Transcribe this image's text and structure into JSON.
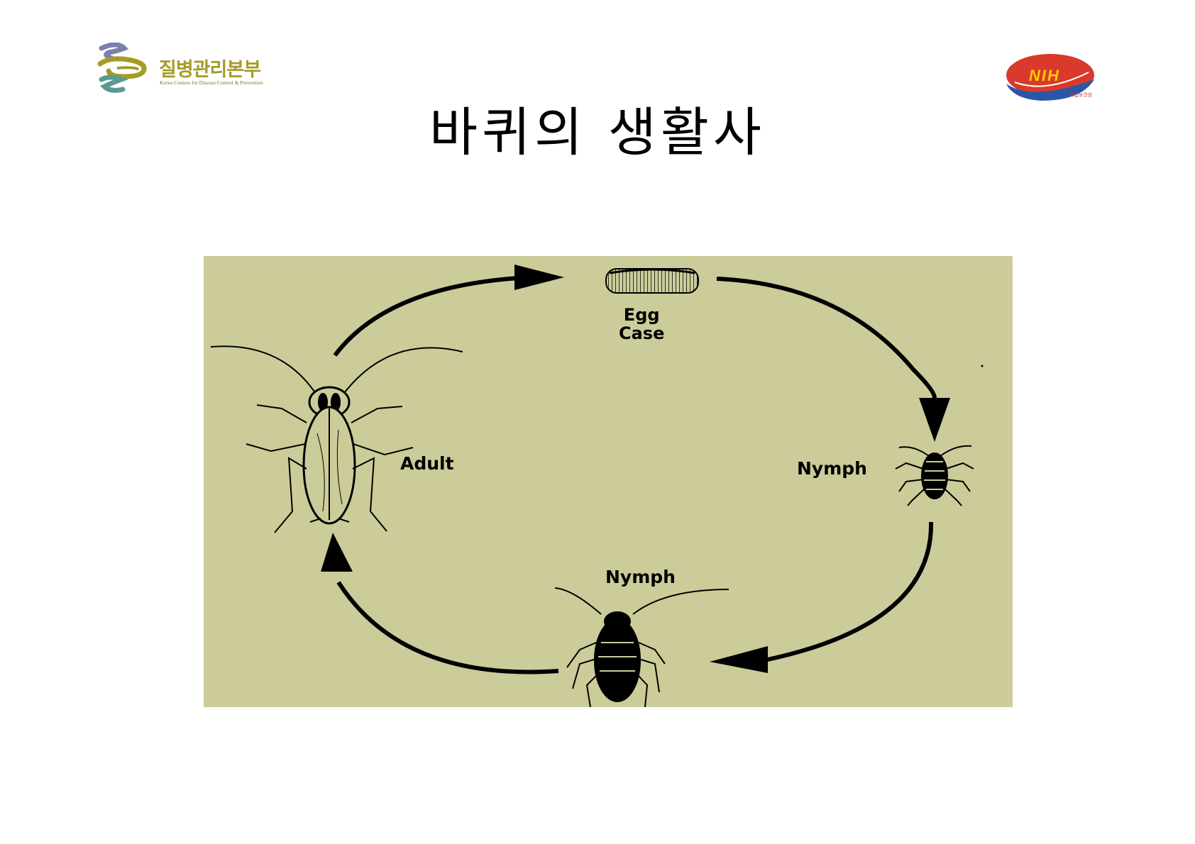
{
  "header": {
    "org_logo_korean": "질병관리본부",
    "org_logo_english": "Korea Centers for Disease Control & Prevention",
    "nih_logo_text": "NIH",
    "nih_logo_sub": "국립보건원"
  },
  "title": "바퀴의 생활사",
  "diagram": {
    "labels": {
      "egg_line1": "Egg",
      "egg_line2": "Case",
      "adult": "Adult",
      "nymph_right": "Nymph",
      "nymph_bottom": "Nymph"
    },
    "colors": {
      "panel_background": "#cccc9a",
      "ink": "#000000"
    }
  }
}
